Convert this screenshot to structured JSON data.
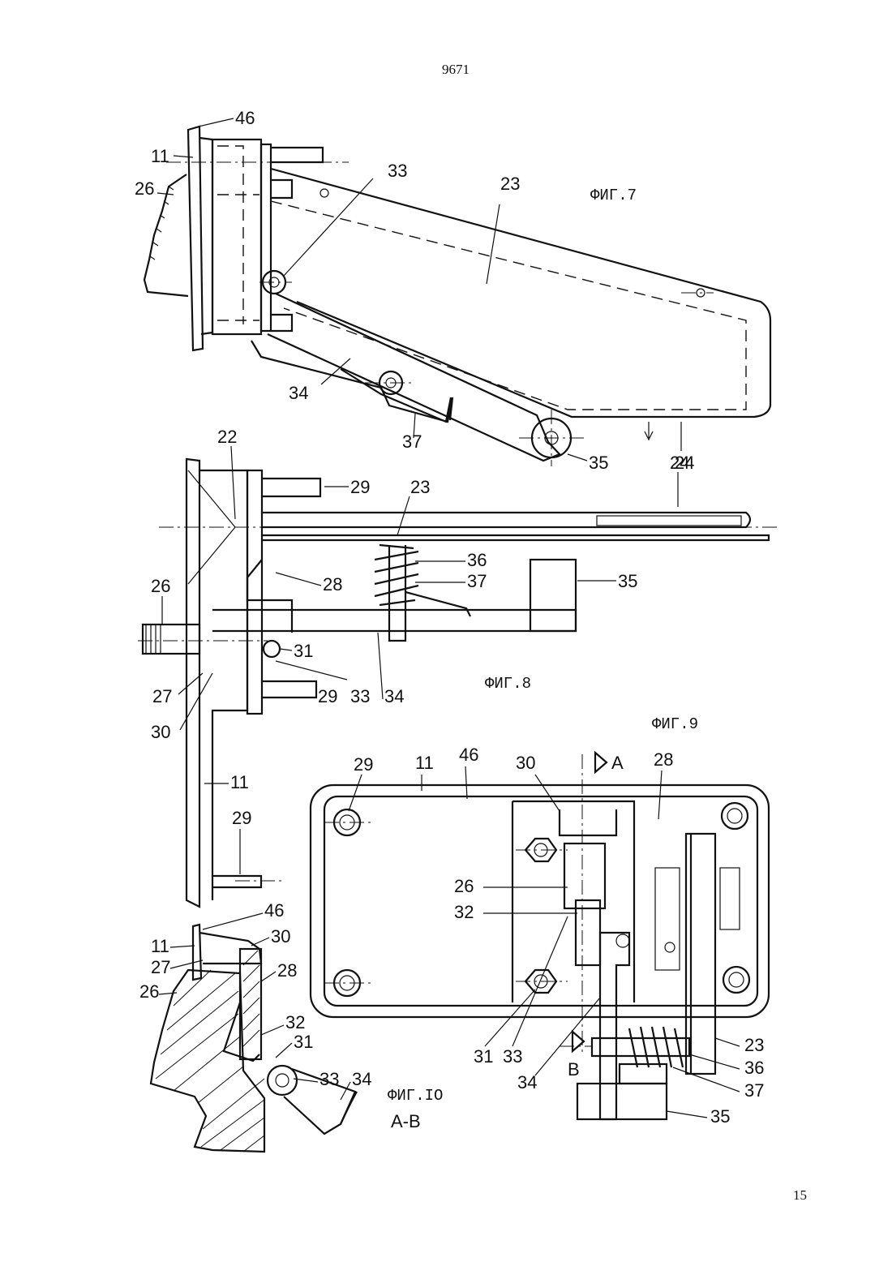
{
  "page": {
    "number_top": "9671",
    "number_bottom": "15"
  },
  "figures": {
    "fig7": {
      "caption": "ФИГ.7",
      "labels": [
        "46",
        "11",
        "26",
        "33",
        "23",
        "34",
        "37",
        "35",
        "24"
      ]
    },
    "fig8": {
      "caption": "ФИГ.8",
      "labels": [
        "22",
        "29",
        "23",
        "24",
        "26",
        "36",
        "37",
        "35",
        "28",
        "31",
        "27",
        "33",
        "34",
        "29",
        "30",
        "11",
        "29"
      ]
    },
    "fig9": {
      "caption": "ФИГ.9",
      "labels": [
        "29",
        "11",
        "46",
        "30",
        "A",
        "28",
        "26",
        "32",
        "31",
        "33",
        "34",
        "B",
        "23",
        "36",
        "37",
        "35"
      ]
    },
    "fig10": {
      "caption": "ФИГ.IO",
      "section": "A-B",
      "labels": [
        "46",
        "11",
        "30",
        "27",
        "28",
        "26",
        "32",
        "31",
        "33",
        "34"
      ]
    }
  }
}
